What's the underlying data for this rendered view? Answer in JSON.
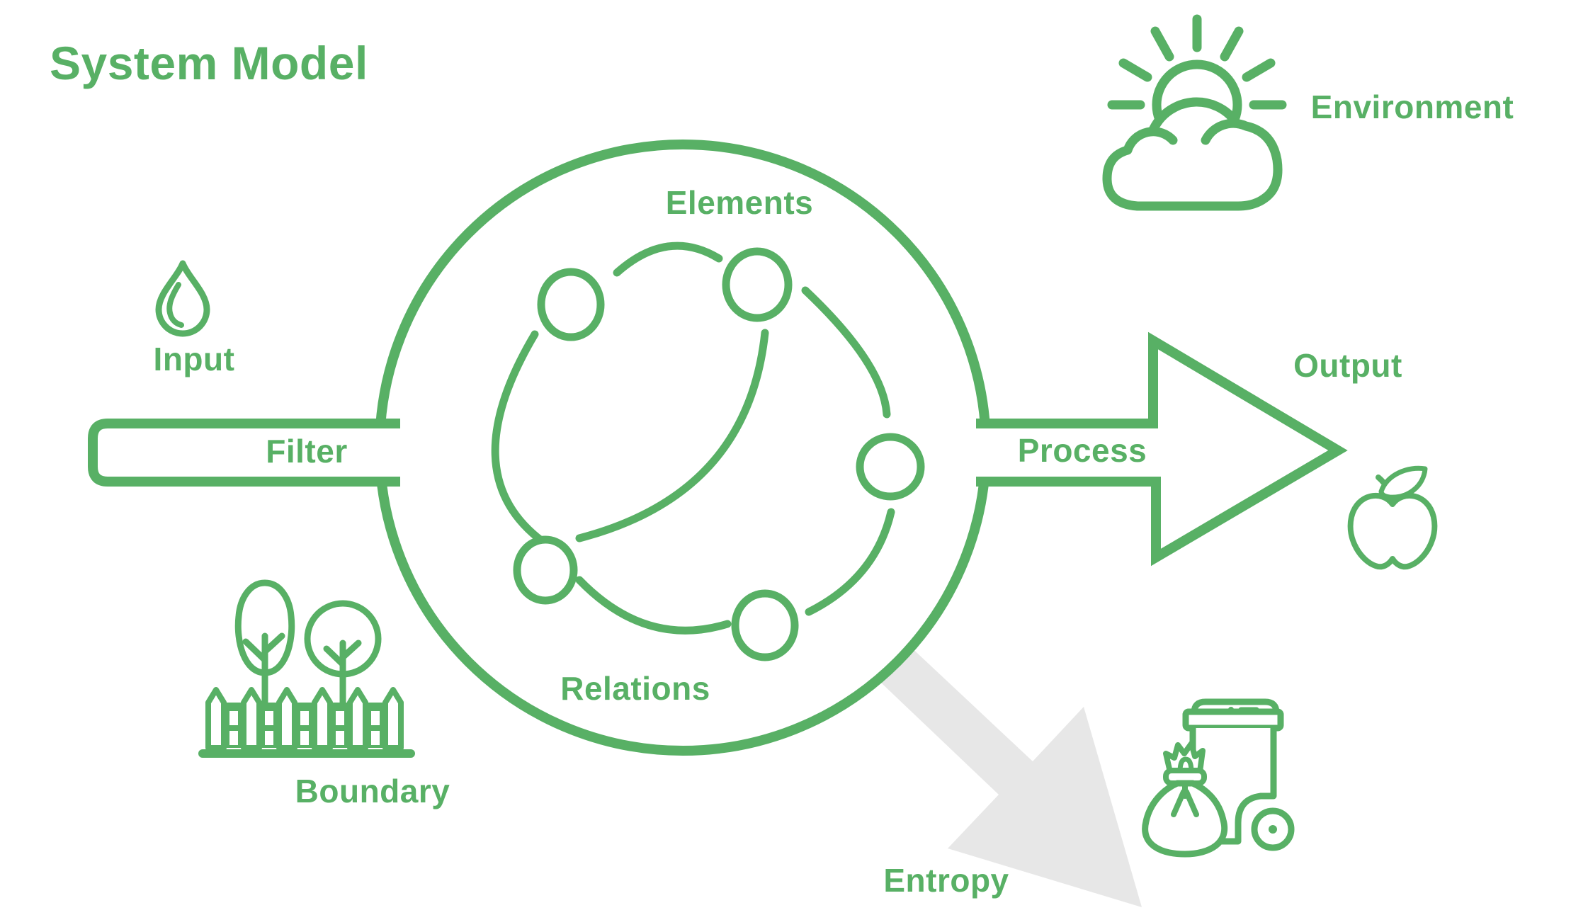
{
  "title": "System Model",
  "colors": {
    "green": "#58B065",
    "gray": "#E7E7E7",
    "white": "#FFFFFF"
  },
  "diagram": {
    "system": {
      "elements_label": "Elements",
      "relations_label": "Relations",
      "node_count": 5
    },
    "input": {
      "label": "Input",
      "icon": "water-drop-icon"
    },
    "filter": {
      "label": "Filter"
    },
    "process": {
      "label": "Process"
    },
    "output": {
      "label": "Output",
      "icon": "apple-icon"
    },
    "environment": {
      "label": "Environment",
      "icon": "sun-cloud-icon"
    },
    "boundary": {
      "label": "Boundary",
      "icon": "trees-fence-icon"
    },
    "entropy": {
      "label": "Entropy",
      "icon": "trash-bag-bin-icon"
    }
  }
}
